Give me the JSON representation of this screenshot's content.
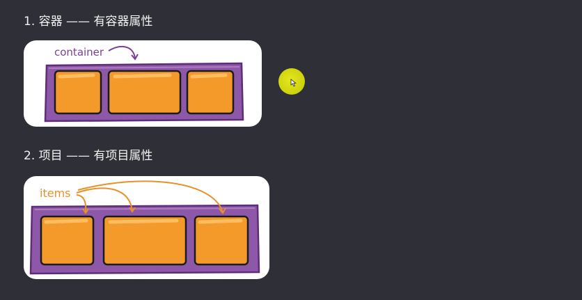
{
  "sections": [
    {
      "heading": "1. 容器 —— 有容器属性",
      "label": "container"
    },
    {
      "heading": "2. 项目 —— 有项目属性",
      "label": "items"
    }
  ],
  "colors": {
    "background": "#2f2f37",
    "card": "#ffffff",
    "container_purple": "#8e58a8",
    "item_orange": "#f39a2a",
    "item_outline": "#1b1b1b",
    "container_label": "#7b3f98",
    "items_label": "#e6912a",
    "cursor_highlight": "#d6da14"
  },
  "icons": {
    "cursor": "mouse-pointer-icon"
  }
}
